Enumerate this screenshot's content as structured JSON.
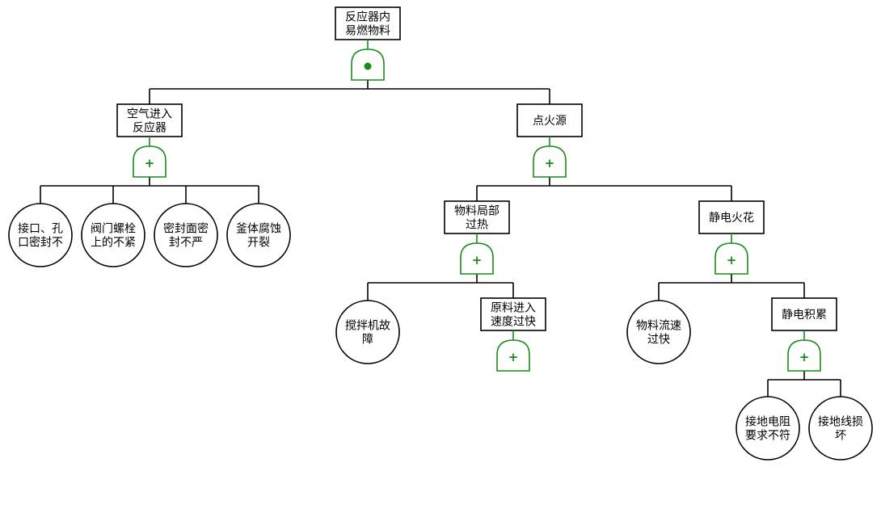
{
  "diagram": {
    "colors": {
      "gate": "#1a8a1a",
      "line": "#000000"
    },
    "nodes": [
      {
        "id": "top",
        "kind": "event",
        "lines": [
          "反应器内",
          "易燃物料"
        ],
        "gate": "and"
      },
      {
        "id": "air",
        "kind": "event",
        "lines": [
          "空气进入",
          "反应器"
        ],
        "gate": "or"
      },
      {
        "id": "ign",
        "kind": "event",
        "lines": [
          "点火源"
        ],
        "gate": "or"
      },
      {
        "id": "b1",
        "kind": "basic",
        "lines": [
          "接口、孔",
          "口密封不"
        ]
      },
      {
        "id": "b2",
        "kind": "basic",
        "lines": [
          "阀门螺栓",
          "上的不紧"
        ]
      },
      {
        "id": "b3",
        "kind": "basic",
        "lines": [
          "密封面密",
          "封不严"
        ]
      },
      {
        "id": "b4",
        "kind": "basic",
        "lines": [
          "釜体腐蚀",
          "开裂"
        ]
      },
      {
        "id": "hot",
        "kind": "event",
        "lines": [
          "物料局部",
          "过热"
        ],
        "gate": "or"
      },
      {
        "id": "spark",
        "kind": "event",
        "lines": [
          "静电火花"
        ],
        "gate": "or"
      },
      {
        "id": "stir",
        "kind": "basic",
        "lines": [
          "搅拌机故",
          "障"
        ]
      },
      {
        "id": "feed",
        "kind": "event",
        "lines": [
          "原料进入",
          "速度过快"
        ],
        "gate": "or"
      },
      {
        "id": "flow",
        "kind": "basic",
        "lines": [
          "物料流速",
          "过快"
        ]
      },
      {
        "id": "accum",
        "kind": "event",
        "lines": [
          "静电积累"
        ],
        "gate": "or"
      },
      {
        "id": "ground1",
        "kind": "basic",
        "lines": [
          "接地电阻",
          "要求不符"
        ]
      },
      {
        "id": "ground2",
        "kind": "basic",
        "lines": [
          "接地线损",
          "坏"
        ]
      }
    ],
    "edges": [
      [
        "top",
        "air"
      ],
      [
        "top",
        "ign"
      ],
      [
        "air",
        "b1"
      ],
      [
        "air",
        "b2"
      ],
      [
        "air",
        "b3"
      ],
      [
        "air",
        "b4"
      ],
      [
        "ign",
        "hot"
      ],
      [
        "ign",
        "spark"
      ],
      [
        "hot",
        "stir"
      ],
      [
        "hot",
        "feed"
      ],
      [
        "spark",
        "flow"
      ],
      [
        "spark",
        "accum"
      ],
      [
        "accum",
        "ground1"
      ],
      [
        "accum",
        "ground2"
      ]
    ]
  }
}
